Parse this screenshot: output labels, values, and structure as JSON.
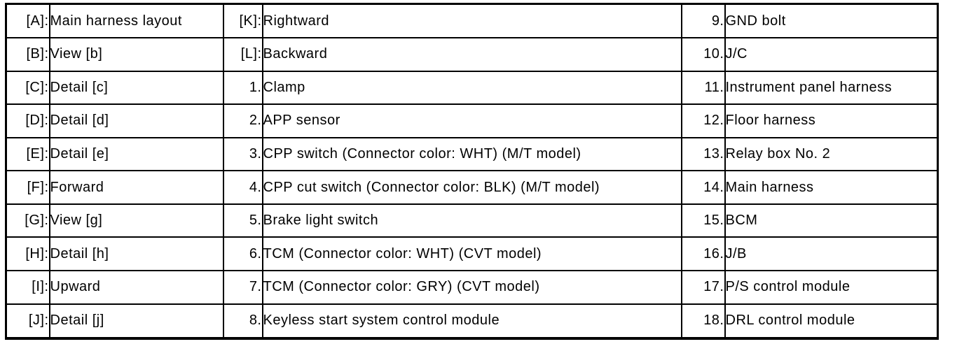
{
  "colors": {
    "background": "#ffffff",
    "border": "#000000",
    "text": "#000000"
  },
  "table": {
    "rows": [
      {
        "cells": [
          "[A]:",
          "Main harness layout",
          "[K]:",
          "Rightward",
          "9.",
          "GND bolt"
        ]
      },
      {
        "cells": [
          "[B]:",
          "View [b]",
          "[L]:",
          "Backward",
          "10.",
          "J/C"
        ]
      },
      {
        "cells": [
          "[C]:",
          "Detail [c]",
          "1.",
          "Clamp",
          "11.",
          "Instrument panel harness"
        ]
      },
      {
        "cells": [
          "[D]:",
          "Detail [d]",
          "2.",
          "APP sensor",
          "12.",
          "Floor harness"
        ]
      },
      {
        "cells": [
          "[E]:",
          "Detail [e]",
          "3.",
          "CPP switch (Connector color: WHT) (M/T model)",
          "13.",
          "Relay box No. 2"
        ]
      },
      {
        "cells": [
          "[F]:",
          "Forward",
          "4.",
          "CPP cut switch (Connector color: BLK) (M/T model)",
          "14.",
          "Main harness"
        ]
      },
      {
        "cells": [
          "[G]:",
          "View [g]",
          "5.",
          "Brake light switch",
          "15.",
          "BCM"
        ]
      },
      {
        "cells": [
          "[H]:",
          "Detail [h]",
          "6.",
          "TCM (Connector color: WHT) (CVT model)",
          "16.",
          "J/B"
        ]
      },
      {
        "cells": [
          "[I]:",
          "Upward",
          "7.",
          "TCM (Connector color: GRY) (CVT model)",
          "17.",
          "P/S control module"
        ]
      },
      {
        "cells": [
          "[J]:",
          "Detail [j]",
          "8.",
          "Keyless start system control module",
          "18.",
          "DRL control module"
        ]
      }
    ]
  }
}
